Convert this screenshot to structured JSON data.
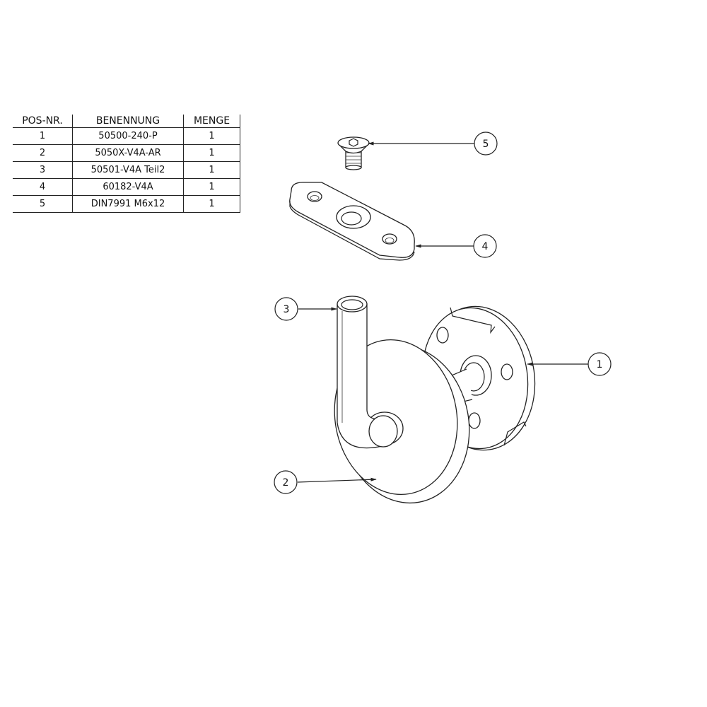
{
  "table": {
    "headers": [
      "POS-NR.",
      "BENENNUNG",
      "MENGE"
    ],
    "rows": [
      [
        "1",
        "50500-240-P",
        "1"
      ],
      [
        "2",
        "5050X-V4A-AR",
        "1"
      ],
      [
        "3",
        "50501-V4A Teil2",
        "1"
      ],
      [
        "4",
        "60182-V4A",
        "1"
      ],
      [
        "5",
        "DIN7991 M6x12",
        "1"
      ]
    ]
  },
  "balloons": {
    "b1": "1",
    "b2": "2",
    "b3": "3",
    "b4": "4",
    "b5": "5"
  }
}
